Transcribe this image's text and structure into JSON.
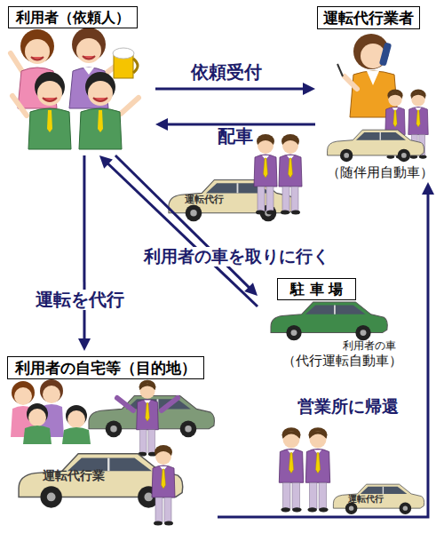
{
  "diagram": {
    "nodes": [
      {
        "text": [
          "利用者（依頼人）"
        ]
      },
      {
        "text": [
          "運転代行業者"
        ]
      },
      {
        "text": [
          "駐 車 場"
        ]
      },
      {
        "text": [
          "利用者の自宅等（目的地）"
        ]
      }
    ],
    "edges": [
      {
        "from": 0,
        "to": 1,
        "label": "依頼受付",
        "arrow": "to"
      },
      {
        "from": 1,
        "to": 0,
        "label": "配車",
        "arrow": "to"
      },
      {
        "from": 2,
        "to": 0,
        "label": "利用者の車を取りに行く",
        "arrow": "to"
      },
      {
        "from": 0,
        "to": 2,
        "arrow": "to"
      },
      {
        "from": 0,
        "to": 3,
        "label": "運転を代行",
        "arrow": "to"
      },
      {
        "from": 3,
        "to": 1,
        "label": "営業所に帰還",
        "arrow": "to"
      }
    ],
    "labels": [
      "（随伴用自動車）",
      "利用者の車",
      "（代行運転自動車）",
      "運転代行",
      "運転代行業",
      "運転代行"
    ]
  }
}
